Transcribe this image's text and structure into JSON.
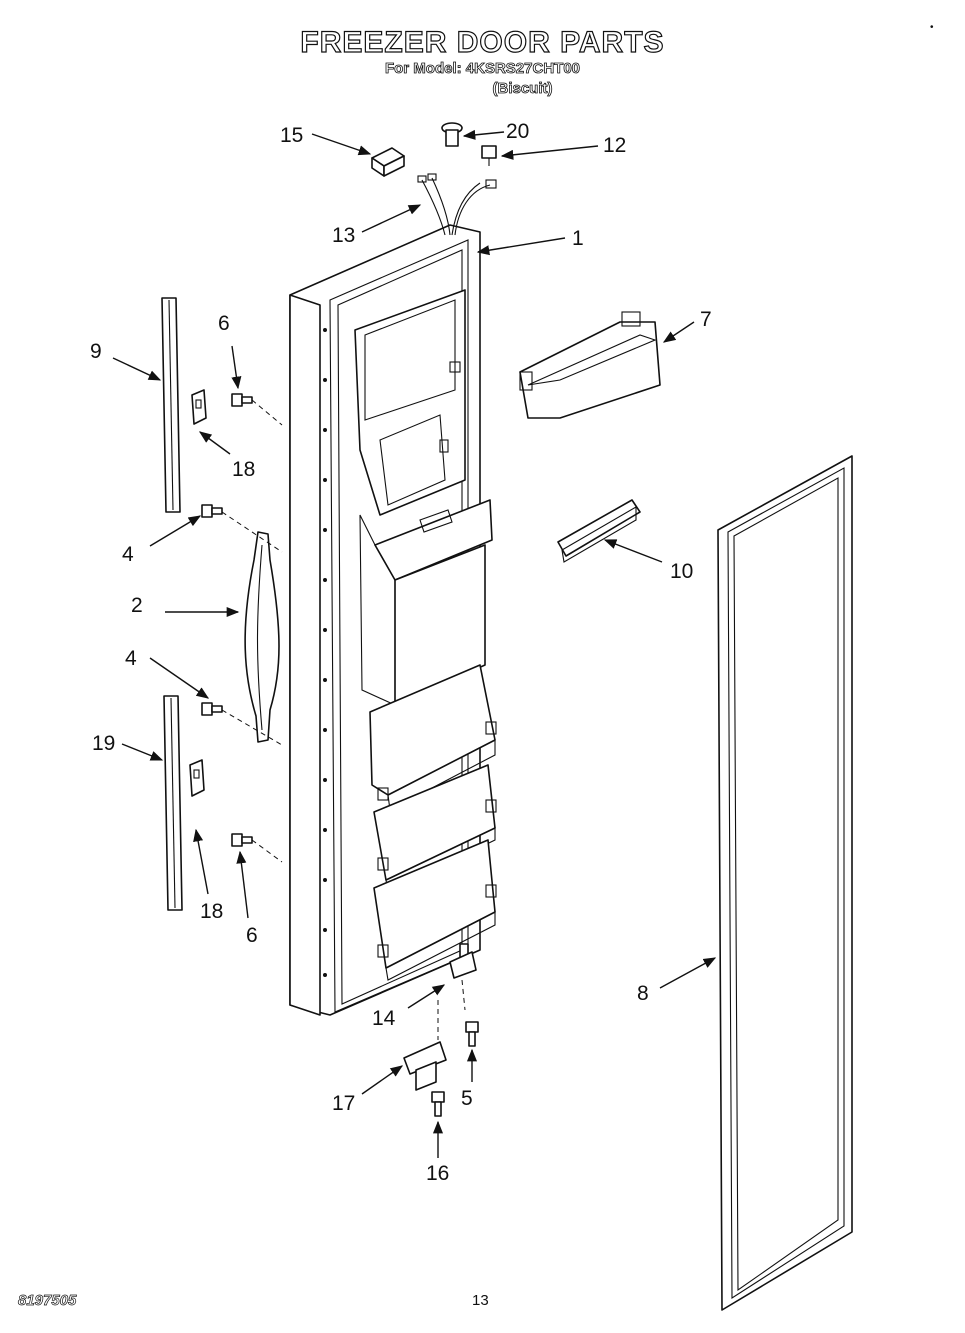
{
  "header": {
    "title": "FREEZER DOOR PARTS",
    "model": "For Model: 4KSRS27CHT00",
    "color": "(Biscuit)"
  },
  "footer": {
    "doc_number": "8197505",
    "page_number": "13"
  },
  "corner_mark": "•",
  "callouts": {
    "c1": "1",
    "c2": "2",
    "c4a": "4",
    "c4b": "4",
    "c5": "5",
    "c6a": "6",
    "c6b": "6",
    "c7": "7",
    "c8": "8",
    "c9": "9",
    "c10": "10",
    "c12": "12",
    "c13": "13",
    "c14": "14",
    "c15": "15",
    "c16": "16",
    "c17": "17",
    "c18a": "18",
    "c18b": "18",
    "c19": "19",
    "c20": "20"
  }
}
